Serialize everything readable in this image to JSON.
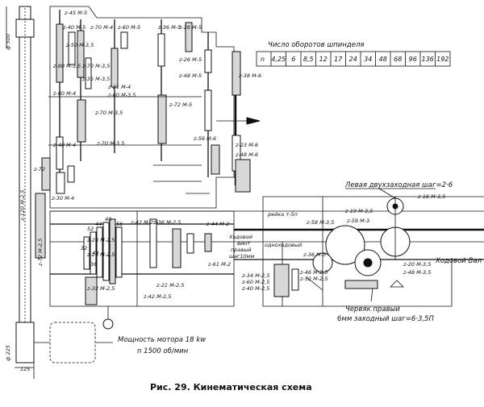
{
  "figure": {
    "caption": "Рис. 29. Кинематическая схема"
  },
  "speed_table": {
    "title": "Число оборотов шпинделя",
    "row_label": "n",
    "values": [
      "4,25",
      "6",
      "8,5",
      "12",
      "17",
      "24",
      "34",
      "48",
      "68",
      "96",
      "136",
      "192"
    ]
  },
  "dimensions": {
    "pulley_top": "ф 500",
    "pulley_bottom": "ф 225",
    "pulley_width": "125"
  },
  "motor": {
    "label_line1": "Мощность мотора 18 kw",
    "label_line2": "n 1500 об/мин"
  },
  "annotations": {
    "left_worm": "Левая двухзаходная шаг=2·6",
    "right_worm_line1": "Червяк правый",
    "right_worm_line2": "6мм заходный шаг=6·3,5П",
    "feed_shaft": "Ходовой Вал",
    "lead_screw_line1": "Ходовой",
    "lead_screw_line2": "винт",
    "lead_screw_line3": "правый",
    "lead_screw_line4": "шаг10мм",
    "single_thread": "одноходовый",
    "rack": "рейка т-5п"
  },
  "gear_labels": {
    "g01": "z-45 M-5",
    "g02": "z-40 M-5",
    "g03": "z-50 M-3,5",
    "g04": "z-70 M-4",
    "g05": "z-60 M-5",
    "g06": "z-36 M-5",
    "g07": "z-26 M-5",
    "g08": "z-80 M-3,5",
    "g09": "z-70 M-3,5",
    "g10": "z-35 M-3,5",
    "g11": "z-26 M-5",
    "g12": "z-48 M-5",
    "g13": "z-38 M-6",
    "g14": "z-21 M-4",
    "g15": "z-60 M-3,5",
    "g16": "z-80 M-4",
    "g17": "z-70 M-3,5",
    "g18": "z-72 M-5",
    "g19": "z-40 M-4",
    "g20": "z-70 M-3,5",
    "g21": "z-56 M-6",
    "g22": "z-23 M-6",
    "g23": "z-48 M-6",
    "g24": "z-30 M-4",
    "g25": "z-72",
    "g26": "z-120 M-2,5",
    "g27": "z-72 M-2,5",
    "g28": "z-42 M-2,5",
    "g29": "z-36 M-2,5",
    "g30": "z-44 M-2",
    "g31": "z-58 M-3,5",
    "g32": "z-59 M-3",
    "g33": "z-19 M-3,5",
    "g34": "z-16 M-3,5",
    "g35": "z-61 M-2",
    "g36": "z-32 M-2,5",
    "g37": "z-28 M-2,5",
    "g38": "z-24 M-2,5",
    "g39": "z-21 M-2,5",
    "g40": "z-42 M-2,5",
    "g41": "z-34 M-2,5",
    "g42": "z-46 M-2,5",
    "g43": "z-52 M-2,5",
    "g44": "z-20 M-3,5",
    "g45": "z-48 M-3,5",
    "g46": "z-36 M-5",
    "g47": "z-40 M-2,5",
    "g48": "z-60 M-2,5"
  },
  "cone_numbers": [
    "44",
    "48",
    "56",
    "52",
    "32",
    "40",
    "36"
  ]
}
